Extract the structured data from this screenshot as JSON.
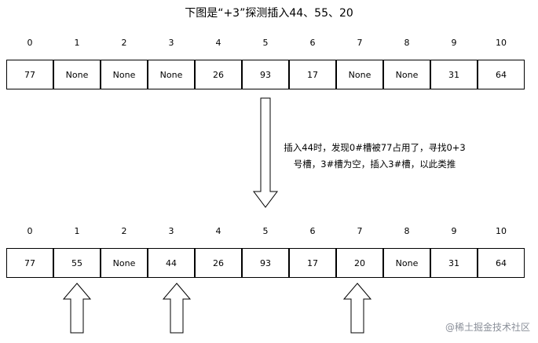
{
  "title": "下图是“+3”探测插入44、55、20",
  "indices": [
    "0",
    "1",
    "2",
    "3",
    "4",
    "5",
    "6",
    "7",
    "8",
    "9",
    "10"
  ],
  "row_before": [
    "77",
    "None",
    "None",
    "None",
    "26",
    "93",
    "17",
    "None",
    "None",
    "31",
    "64"
  ],
  "row_after": [
    "77",
    "55",
    "None",
    "44",
    "26",
    "93",
    "17",
    "20",
    "None",
    "31",
    "64"
  ],
  "note": {
    "line1": "插入44时，发现0#槽被77占用了，寻找0+3",
    "line2": "号槽，3#槽为空，插入3#槽，以此类推"
  },
  "watermark": "@稀土掘金技术社区"
}
